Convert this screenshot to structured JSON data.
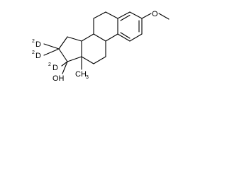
{
  "molecule": {
    "labels": {
      "methoxy_O": "O",
      "OH": "OH",
      "methyl": "CH",
      "methyl_sub": "3",
      "D1": "D",
      "D2": "D",
      "D3": "D",
      "D_superscript": "2"
    }
  },
  "colors": {
    "bond": "#000000",
    "text": "#000000",
    "background": "#ffffff"
  }
}
